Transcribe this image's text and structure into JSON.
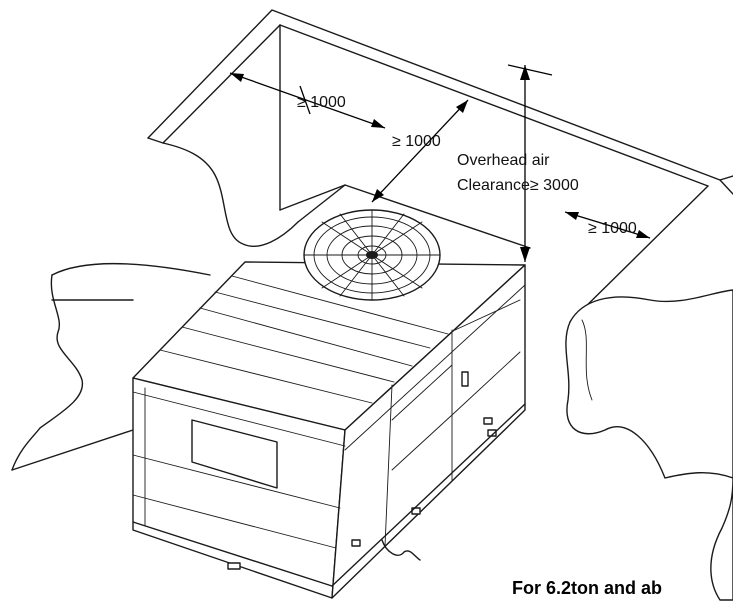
{
  "labels": {
    "clearance_left_wall": "≥ 1000",
    "clearance_back_wall": "≥ 1000",
    "overhead_line1": "Overhead air",
    "overhead_line2": "Clearance≥ 3000",
    "clearance_right_wall": "≥ 1000",
    "caption": "For 6.2ton and ab"
  }
}
